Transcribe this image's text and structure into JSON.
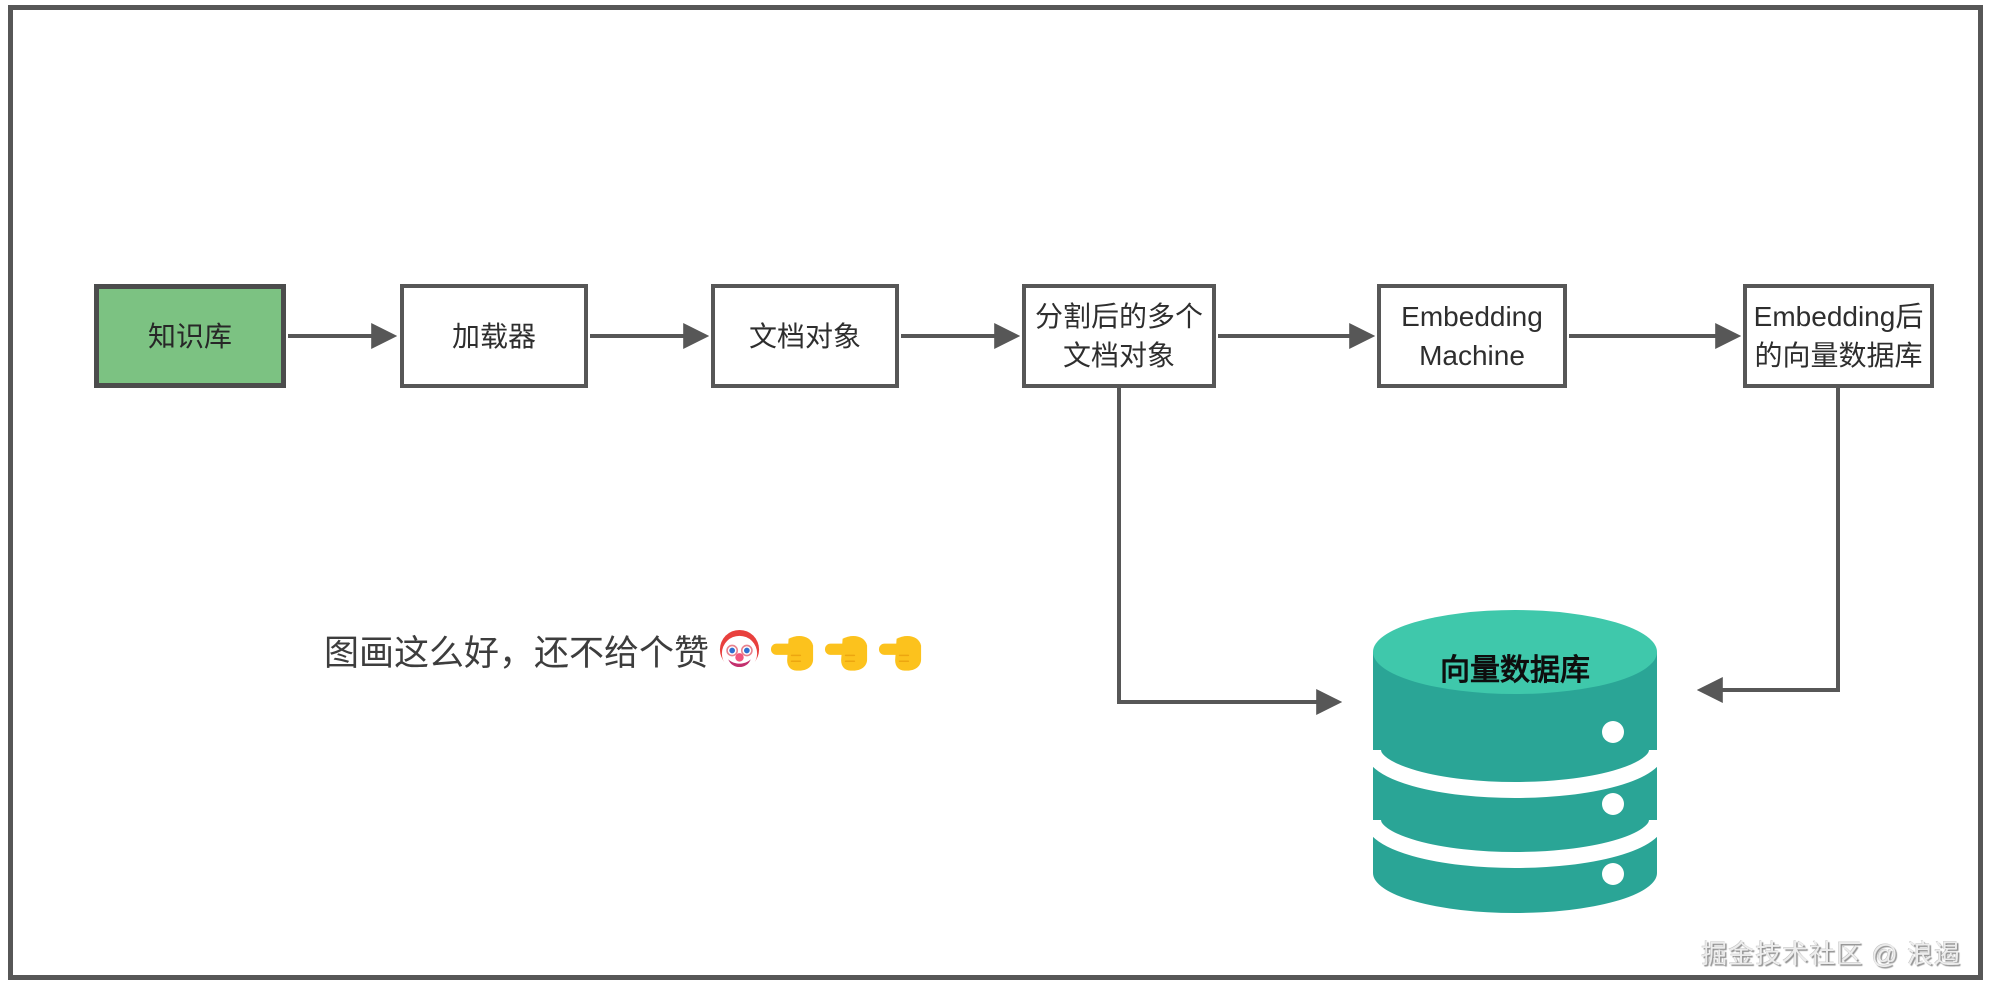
{
  "flow_nodes": [
    {
      "id": "knowledge-base",
      "label": "知识库"
    },
    {
      "id": "loader",
      "label": "加载器"
    },
    {
      "id": "document-object",
      "label": "文档对象"
    },
    {
      "id": "split-document-objects",
      "line1": "分割后的多个",
      "line2": "文档对象"
    },
    {
      "id": "embedding-machine",
      "line1": "Embedding",
      "line2": "Machine"
    },
    {
      "id": "embedded-vector-db",
      "line1": "Embedding后",
      "line2": "的向量数据库"
    }
  ],
  "edges": [
    {
      "from": "知识库",
      "to": "加载器"
    },
    {
      "from": "加载器",
      "to": "文档对象"
    },
    {
      "from": "文档对象",
      "to": "分割后的多个文档对象"
    },
    {
      "from": "分割后的多个文档对象",
      "to": "Embedding Machine"
    },
    {
      "from": "Embedding Machine",
      "to": "Embedding后的向量数据库"
    },
    {
      "from": "分割后的多个文档对象",
      "to": "向量数据库"
    },
    {
      "from": "Embedding后的向量数据库",
      "to": "向量数据库"
    }
  ],
  "database": {
    "label": "向量数据库"
  },
  "caption": {
    "text": "图画这么好，还不给个赞",
    "emojis": [
      "🤡",
      "👈",
      "👈",
      "👈"
    ]
  },
  "watermark": {
    "text": "掘金技术社区 @ 浪遏"
  },
  "colors": {
    "node_green": "#7cc282",
    "box_border": "#575757",
    "line": "#575757",
    "db_top_teal": "#3fc8ab",
    "db_body_teal": "#2aa596",
    "emoji_yellow": "#fcc21d",
    "clown_red": "#e8403d"
  }
}
